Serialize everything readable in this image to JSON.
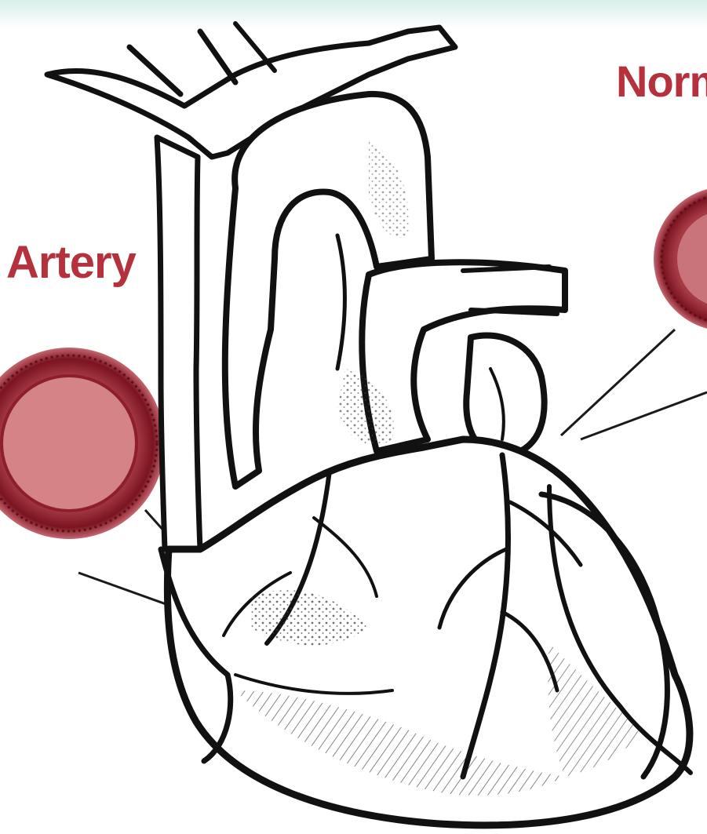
{
  "labels": {
    "artery": "Artery",
    "normal": "Norm"
  },
  "colors": {
    "label_text": "#b5323c",
    "artery_wall": "#8e1f2a",
    "artery_lumen": "#d98a8d",
    "ink": "#111111",
    "background": "#ffffff",
    "top_band": "#d7eeea"
  },
  "icons": {
    "heart": "heart-illustration",
    "artery_cross_section_left": "artery-cross-section",
    "artery_cross_section_right": "artery-cross-section"
  }
}
